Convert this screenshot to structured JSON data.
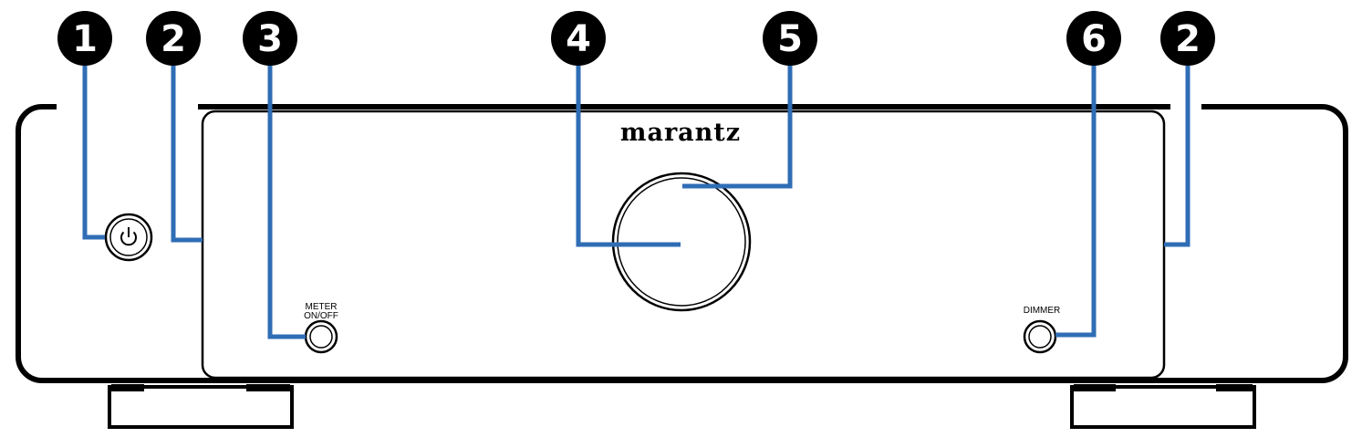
{
  "brand": "marantz",
  "callouts": [
    {
      "id": "callout-1",
      "number": "1"
    },
    {
      "id": "callout-2-left",
      "number": "2"
    },
    {
      "id": "callout-3",
      "number": "3"
    },
    {
      "id": "callout-4",
      "number": "4"
    },
    {
      "id": "callout-5",
      "number": "5"
    },
    {
      "id": "callout-6",
      "number": "6"
    },
    {
      "id": "callout-2-right",
      "number": "2"
    }
  ],
  "buttons": {
    "meter_label_line1": "METER",
    "meter_label_line2": "ON/OFF",
    "dimmer_label": "DIMMER"
  },
  "icons": {
    "power": "power-icon"
  },
  "colors": {
    "leader_line": "#2f6db5",
    "outline": "#000000",
    "background": "#ffffff"
  }
}
